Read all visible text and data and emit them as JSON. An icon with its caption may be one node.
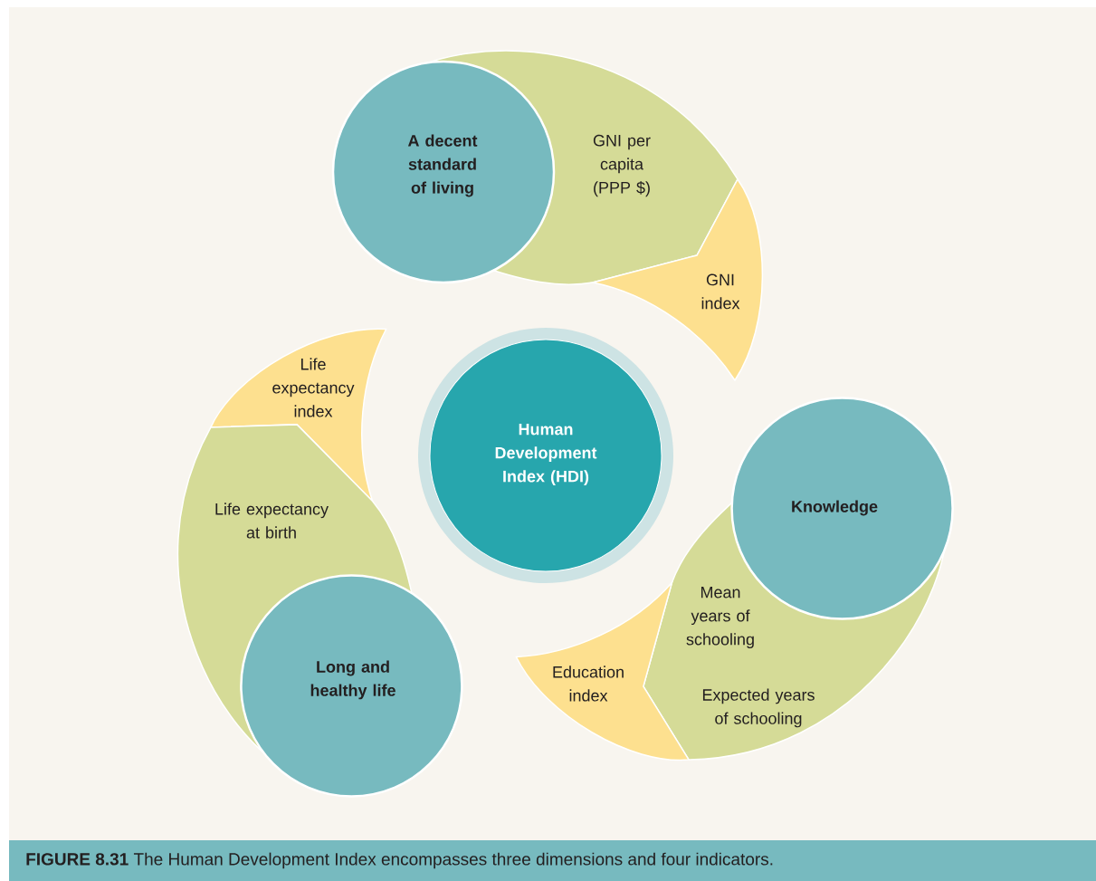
{
  "diagram": {
    "caption": "**FIGURE 8.31** The Human Development Index encompasses three dimensions and four indicators.",
    "nodes": [
      {
        "text": [
          "A decent standard of living"
        ]
      },
      {
        "text": [
          "GNI per capita (PPP $)"
        ]
      },
      {
        "text": [
          "GNI index"
        ]
      },
      {
        "text": [
          "Life expectancy index"
        ]
      },
      {
        "text": [
          "Human Development Index (HDI)"
        ]
      },
      {
        "text": [
          "Life expectancy at birth"
        ]
      },
      {
        "text": [
          "Knowledge"
        ]
      },
      {
        "text": [
          "Mean years of schooling",
          "Expected years of schooling"
        ]
      },
      {
        "text": [
          "Education index"
        ]
      },
      {
        "text": [
          "Long and healthy life"
        ]
      }
    ]
  }
}
